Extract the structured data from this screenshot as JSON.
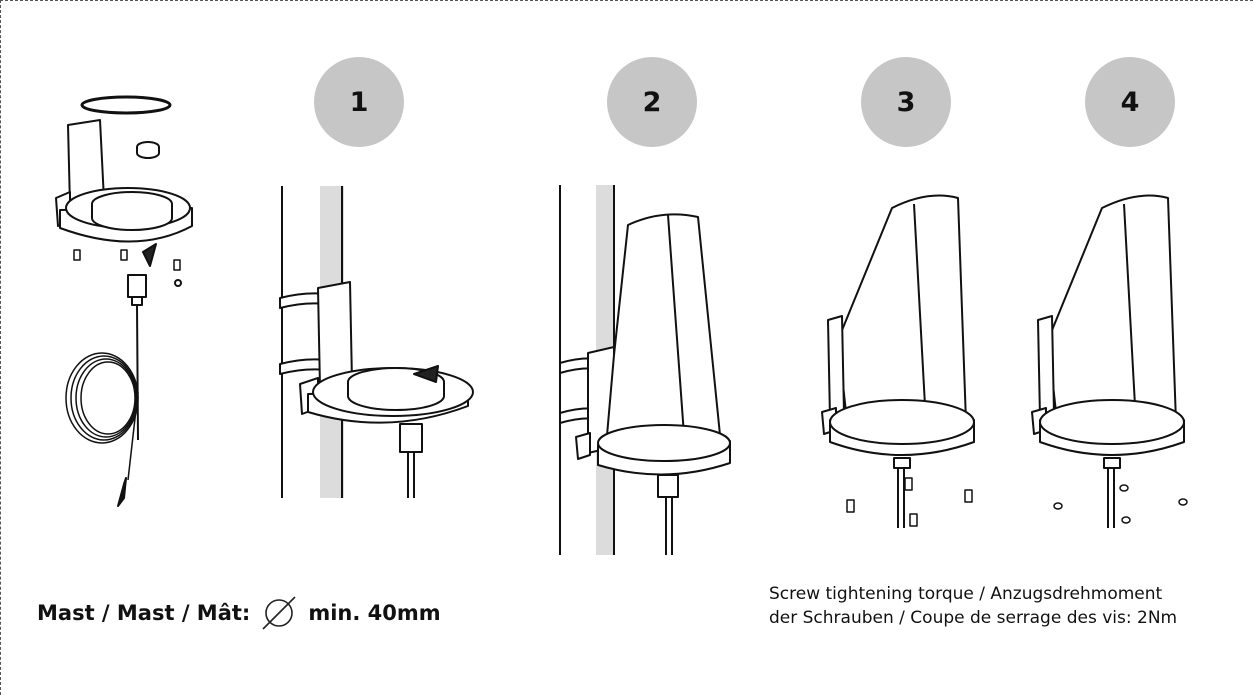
{
  "steps": [
    "1",
    "2",
    "3",
    "4"
  ],
  "mast_spec": {
    "label": "Mast / Mast / Mât:",
    "value": "min. 40mm",
    "icon": "diameter-icon"
  },
  "torque_note": {
    "line1": "Screw tightening torque / Anzugsdrehmoment",
    "line2": "der Schrauben / Coupe de serrage des vis: 2Nm"
  }
}
